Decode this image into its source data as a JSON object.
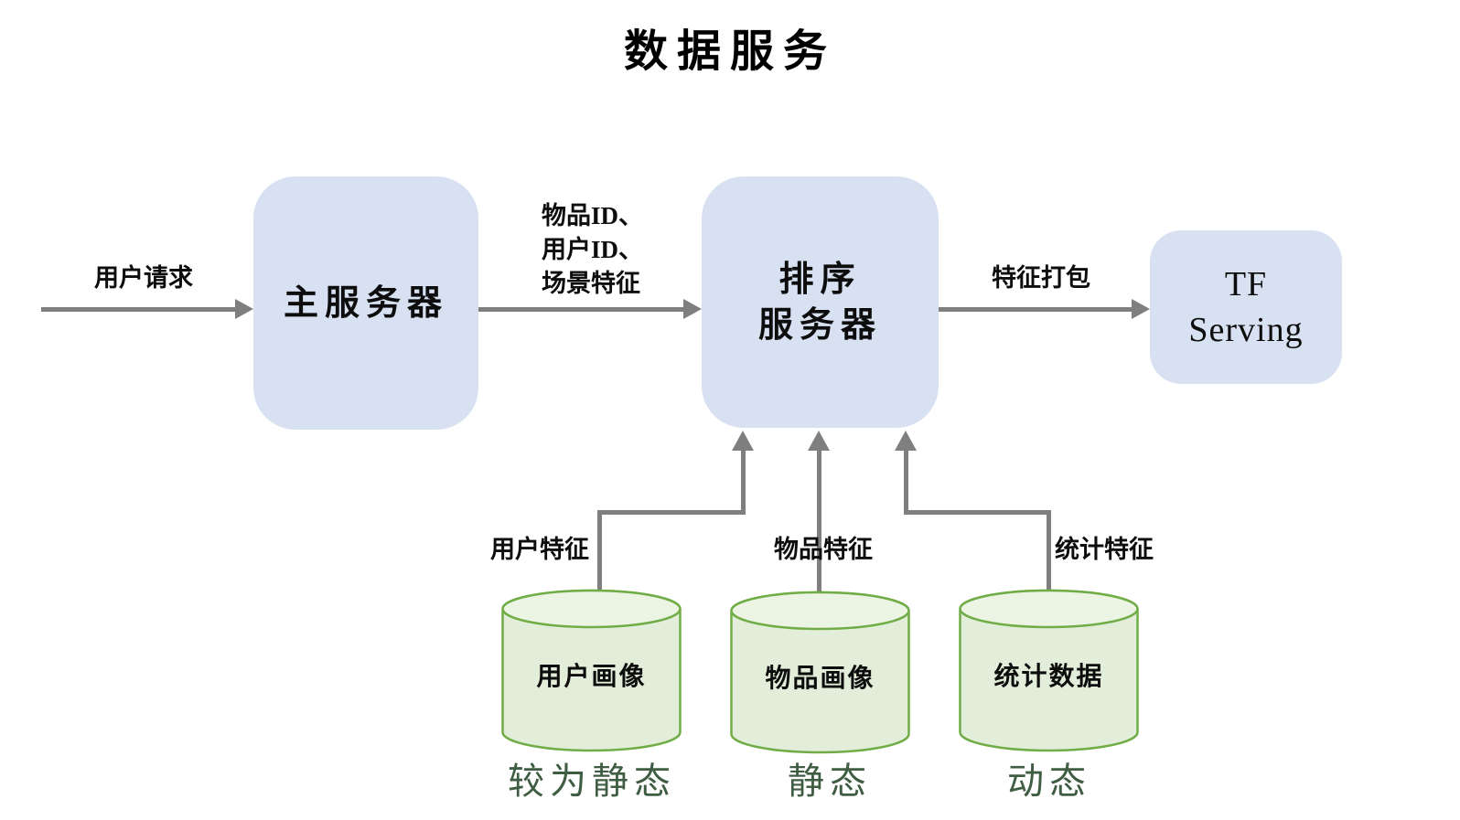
{
  "title": "数据服务",
  "colors": {
    "box_fill": "#d8e1f2",
    "cylinder_fill": "#e3eeda",
    "cylinder_top_fill": "#ecf4e4",
    "cylinder_stroke": "#70ad47",
    "arrow": "#7f7f7f",
    "tag_color": "#3f5d42",
    "text_color": "#0d0d0d"
  },
  "nodes": {
    "main_server": {
      "label": "主服务器"
    },
    "ranking_server": {
      "line1": "排序",
      "line2": "服务器"
    },
    "tf_serving": {
      "line1": "TF",
      "line2": "Serving"
    }
  },
  "edges": {
    "user_request": {
      "label": "用户请求"
    },
    "main_to_ranking": {
      "line1": "物品ID、",
      "line2": "用户ID、",
      "line3": "场景特征"
    },
    "ranking_to_tf": {
      "label": "特征打包"
    },
    "user_features": {
      "label": "用户特征"
    },
    "item_features": {
      "label": "物品特征"
    },
    "stat_features": {
      "label": "统计特征"
    }
  },
  "datastores": [
    {
      "label": "用户画像",
      "tag": "较为静态"
    },
    {
      "label": "物品画像",
      "tag": "静态"
    },
    {
      "label": "统计数据",
      "tag": "动态"
    }
  ]
}
